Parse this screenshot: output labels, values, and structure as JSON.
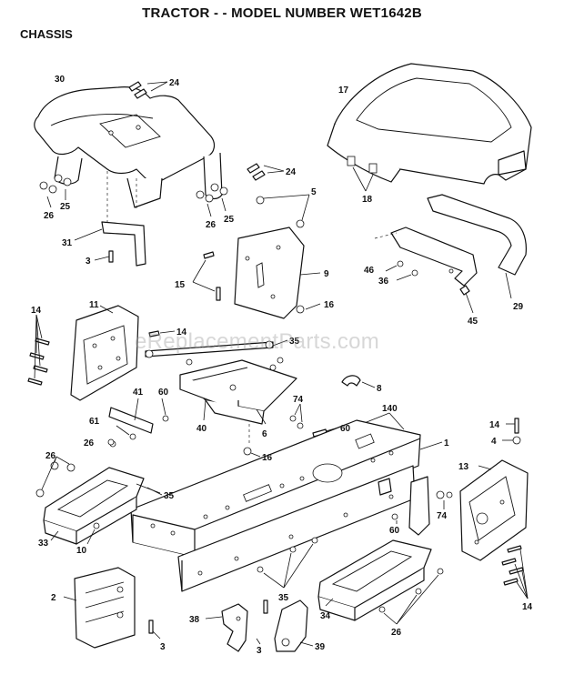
{
  "header": {
    "title": "TRACTOR - - MODEL NUMBER WET1642B",
    "section": "CHASSIS"
  },
  "watermark": "eReplacementParts.com",
  "callouts": [
    {
      "id": "c30",
      "text": "30"
    },
    {
      "id": "c24a",
      "text": "24"
    },
    {
      "id": "c24b",
      "text": "24"
    },
    {
      "id": "c26a",
      "text": "26"
    },
    {
      "id": "c25a",
      "text": "25"
    },
    {
      "id": "c26b",
      "text": "26"
    },
    {
      "id": "c25b",
      "text": "25"
    },
    {
      "id": "c5",
      "text": "5"
    },
    {
      "id": "c17",
      "text": "17"
    },
    {
      "id": "c18",
      "text": "18"
    },
    {
      "id": "c31",
      "text": "31"
    },
    {
      "id": "c3a",
      "text": "3"
    },
    {
      "id": "c15",
      "text": "15"
    },
    {
      "id": "c9",
      "text": "9"
    },
    {
      "id": "c16a",
      "text": "16"
    },
    {
      "id": "c46",
      "text": "46"
    },
    {
      "id": "c36",
      "text": "36"
    },
    {
      "id": "c29",
      "text": "29"
    },
    {
      "id": "c45",
      "text": "45"
    },
    {
      "id": "c14a",
      "text": "14"
    },
    {
      "id": "c11",
      "text": "11"
    },
    {
      "id": "c14b",
      "text": "14"
    },
    {
      "id": "c35a",
      "text": "35"
    },
    {
      "id": "c8",
      "text": "8"
    },
    {
      "id": "c41",
      "text": "41"
    },
    {
      "id": "c60a",
      "text": "60"
    },
    {
      "id": "c61",
      "text": "61"
    },
    {
      "id": "c26c",
      "text": "26"
    },
    {
      "id": "c40",
      "text": "40"
    },
    {
      "id": "c74a",
      "text": "74"
    },
    {
      "id": "c60b",
      "text": "60"
    },
    {
      "id": "c140",
      "text": "140"
    },
    {
      "id": "c6",
      "text": "6"
    },
    {
      "id": "c14c",
      "text": "14"
    },
    {
      "id": "c4",
      "text": "4"
    },
    {
      "id": "c1",
      "text": "1"
    },
    {
      "id": "c16b",
      "text": "16"
    },
    {
      "id": "c26d",
      "text": "26"
    },
    {
      "id": "c13",
      "text": "13"
    },
    {
      "id": "c35b",
      "text": "35"
    },
    {
      "id": "c33",
      "text": "33"
    },
    {
      "id": "c10",
      "text": "10"
    },
    {
      "id": "c74b",
      "text": "74"
    },
    {
      "id": "c60c",
      "text": "60"
    },
    {
      "id": "c2",
      "text": "2"
    },
    {
      "id": "c35c",
      "text": "35"
    },
    {
      "id": "c34",
      "text": "34"
    },
    {
      "id": "c14d",
      "text": "14"
    },
    {
      "id": "c38",
      "text": "38"
    },
    {
      "id": "c3b",
      "text": "3"
    },
    {
      "id": "c39",
      "text": "39"
    },
    {
      "id": "c26e",
      "text": "26"
    },
    {
      "id": "c3c",
      "text": "3"
    }
  ]
}
